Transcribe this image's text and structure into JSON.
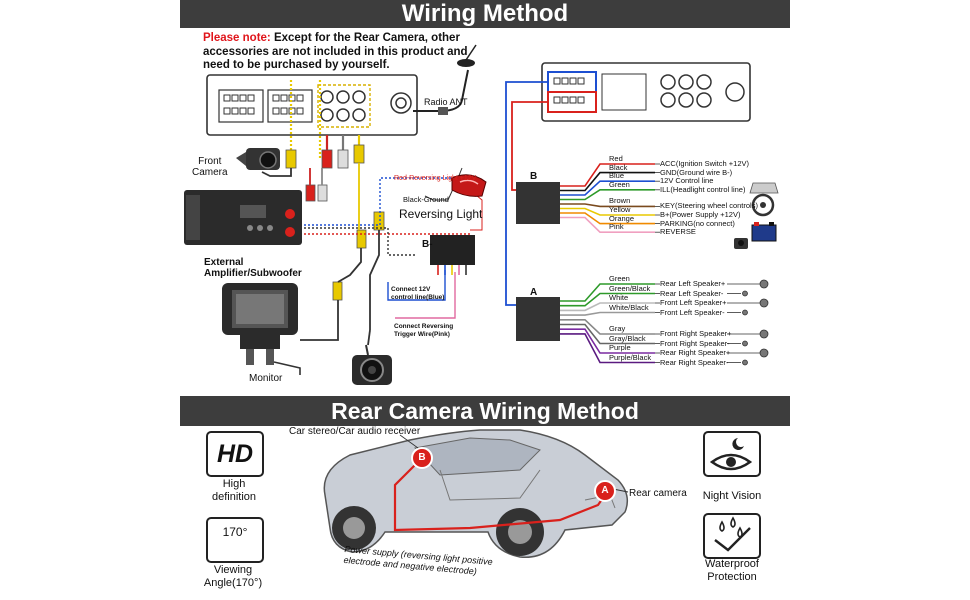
{
  "titles": {
    "wiring_method": "Wiring Method",
    "rear_camera_wiring_method": "Rear Camera Wiring Method"
  },
  "note": {
    "prefix": "Please note:",
    "text": " Except for the Rear Camera, other accessories are not included in this product and need to be purchased by yourself."
  },
  "left_diagram": {
    "radio_ant": "Radio ANT",
    "front_camera": "Front\nCamera",
    "red_reversing_light": "Red-Reversing Light +12V",
    "black_ground": "Black-Ground",
    "reversing_light": "Reversing Light",
    "b_minus": "B-",
    "external_amp": "External\nAmplifier/Subwoofer",
    "connect_12v": "Connect 12V\ncontrol line(Blue)",
    "connect_reversing": "Connect Reversing\nTrigger Wire(Pink)",
    "monitor": "Monitor"
  },
  "connector_b": {
    "label": "B",
    "wires": [
      {
        "color_name": "Red",
        "function": "ACC(Ignition Switch +12V)",
        "hex": "#d9211c"
      },
      {
        "color_name": "Black",
        "function": "GND(Ground wire B-)",
        "hex": "#111111"
      },
      {
        "color_name": "Blue",
        "function": "12V Control line",
        "hex": "#1d4fd1"
      },
      {
        "color_name": "Green",
        "function": "ILL(Headlight control line)",
        "hex": "#2e9a2a"
      },
      {
        "color_name": "Brown",
        "function": "KEY(Steering wheel controls)",
        "hex": "#7a4a1e"
      },
      {
        "color_name": "Yellow",
        "function": "B+(Power Supply +12V)",
        "hex": "#e8c900"
      },
      {
        "color_name": "Orange",
        "function": "PARKING(no connect)",
        "hex": "#f08a00"
      },
      {
        "color_name": "Pink",
        "function": "REVERSE",
        "hex": "#f0a0c0"
      }
    ]
  },
  "connector_a": {
    "label": "A",
    "wires": [
      {
        "color_name": "Green",
        "function": "Rear Left Speaker+",
        "hex": "#2e9a2a"
      },
      {
        "color_name": "Green/Black",
        "function": "Rear Left Speaker-",
        "hex": "#2e9a2a"
      },
      {
        "color_name": "White",
        "function": "Front Left Speaker+",
        "hex": "#bbbbbb"
      },
      {
        "color_name": "White/Black",
        "function": "Front Left Speaker-",
        "hex": "#999999"
      },
      {
        "color_name": "Gray",
        "function": "Front Right Speaker+",
        "hex": "#888888"
      },
      {
        "color_name": "Gray/Black",
        "function": "Front Right Speaker-",
        "hex": "#666666"
      },
      {
        "color_name": "Purple",
        "function": "Rear Right Speaker+",
        "hex": "#7a2aa0"
      },
      {
        "color_name": "Purple/Black",
        "function": "Rear Right Speaker-",
        "hex": "#5a1a80"
      }
    ]
  },
  "rear_camera_section": {
    "car_stereo_label": "Car stereo/Car audio receiver",
    "rear_camera_label": "Rear camera",
    "power_supply_label": "Power supply (reversing light positive\nelectrode and negative electrode)",
    "marker_a": "A",
    "marker_b": "B"
  },
  "features": {
    "hd_badge": "HD",
    "hd_label": "High\ndefinition",
    "angle_badge": "170°",
    "angle_label": "Viewing\nAngle(170°)",
    "night_label": "Night Vision",
    "waterproof_label": "Waterproof\nProtection"
  },
  "colors": {
    "banner": "#3d3d3d",
    "note_highlight": "#e0151b",
    "marker_red": "#d9211c"
  }
}
